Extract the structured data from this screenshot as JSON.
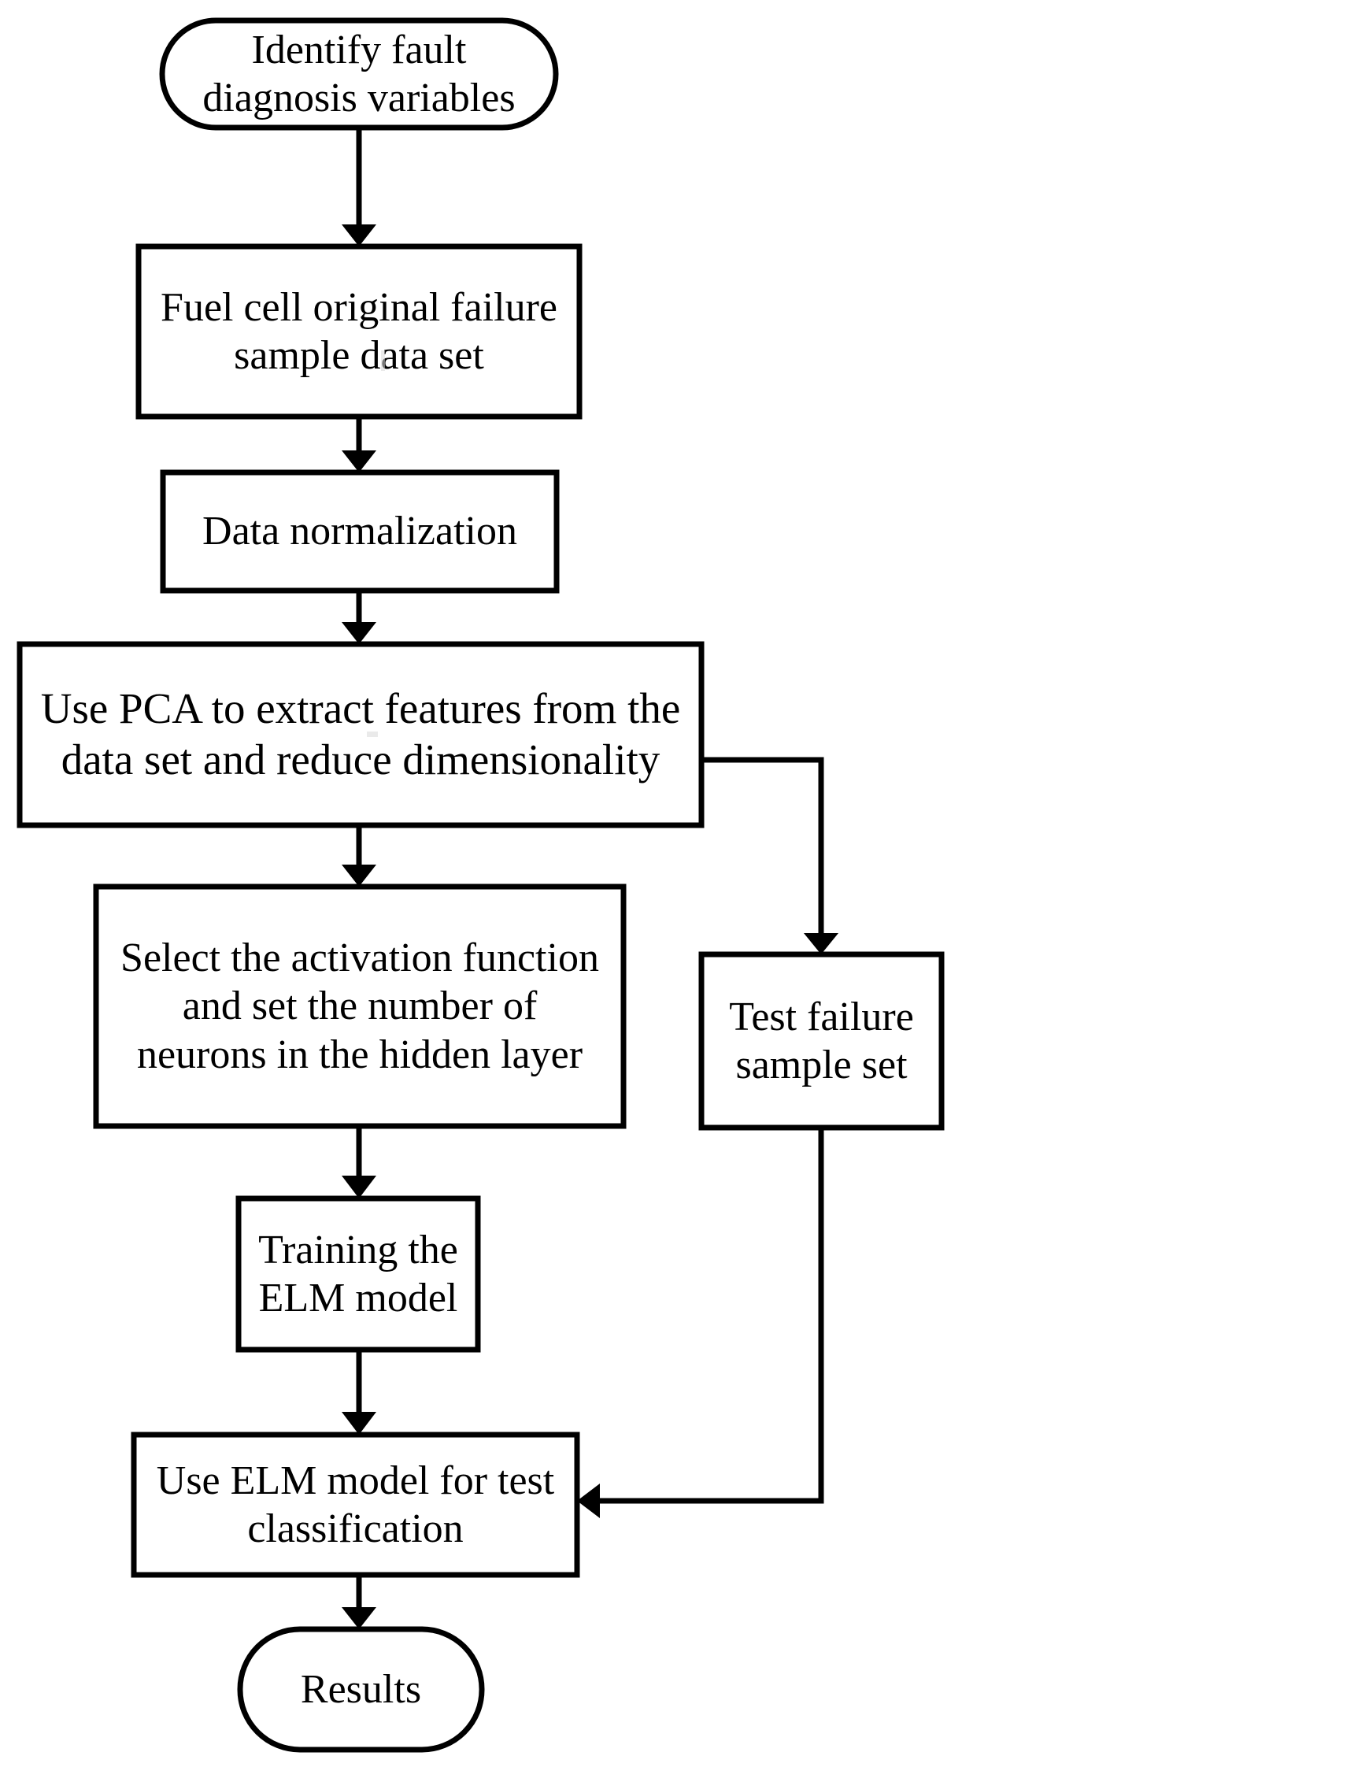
{
  "diagram": {
    "type": "flowchart",
    "title": "PCA-ELM fuel cell fault diagnosis flowchart",
    "background_color": "#ffffff",
    "stroke_color": "#000000",
    "text_color": "#000000",
    "nodes": [
      {
        "id": "start",
        "shape": "rounded-rectangle",
        "label": "Identify fault\ndiagnosis variables"
      },
      {
        "id": "dataset",
        "shape": "rectangle",
        "label": "Fuel cell original failure\nsample data set"
      },
      {
        "id": "normalization",
        "shape": "rectangle",
        "label": "Data normalization"
      },
      {
        "id": "pca",
        "shape": "rectangle",
        "label": "Use PCA to extract features from the\ndata set and reduce dimensionality"
      },
      {
        "id": "select",
        "shape": "rectangle",
        "label": "Select the activation function\nand set the number of\nneurons in the hidden layer"
      },
      {
        "id": "testset",
        "shape": "rectangle",
        "label": "Test failure\nsample set"
      },
      {
        "id": "train",
        "shape": "rectangle",
        "label": "Training the\nELM model"
      },
      {
        "id": "useelm",
        "shape": "rectangle",
        "label": "Use ELM model for test\nclassification"
      },
      {
        "id": "results",
        "shape": "rounded-rectangle",
        "label": "Results"
      }
    ],
    "edges": [
      {
        "id": "e1",
        "from": "start",
        "to": "dataset",
        "style": "straight-down",
        "arrow": "down"
      },
      {
        "id": "e2",
        "from": "dataset",
        "to": "normalization",
        "style": "straight-down",
        "arrow": "down"
      },
      {
        "id": "e3",
        "from": "normalization",
        "to": "pca",
        "style": "straight-down",
        "arrow": "down"
      },
      {
        "id": "e4",
        "from": "pca",
        "to": "select",
        "style": "straight-down",
        "arrow": "down"
      },
      {
        "id": "e5",
        "from": "pca",
        "to": "testset",
        "style": "elbow-right-down",
        "arrow": "down"
      },
      {
        "id": "e6",
        "from": "select",
        "to": "train",
        "style": "straight-down",
        "arrow": "down"
      },
      {
        "id": "e7",
        "from": "train",
        "to": "useelm",
        "style": "straight-down",
        "arrow": "down"
      },
      {
        "id": "e8",
        "from": "testset",
        "to": "useelm",
        "style": "elbow-down-left",
        "arrow": "left"
      },
      {
        "id": "e9",
        "from": "useelm",
        "to": "results",
        "style": "straight-down",
        "arrow": "down"
      }
    ]
  }
}
